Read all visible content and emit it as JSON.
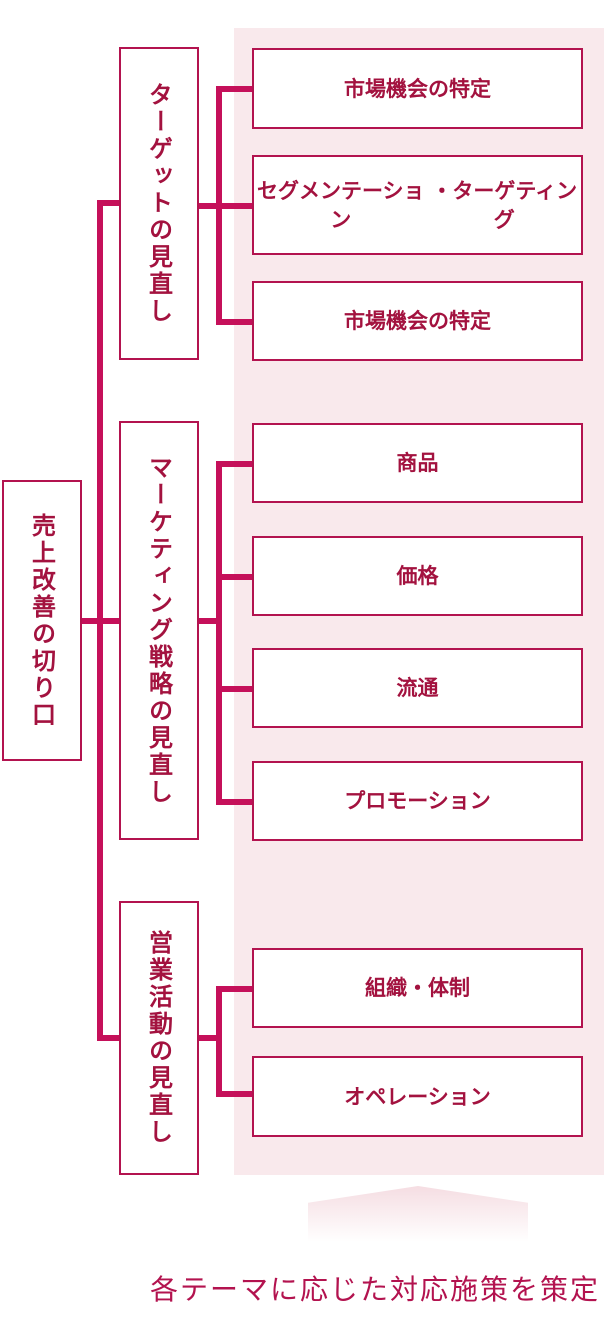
{
  "root": {
    "label": "売上改善の切り口"
  },
  "categories": [
    {
      "label": "ターゲットの見直し",
      "items": [
        [
          "市場機会の特定"
        ],
        [
          "セグメンテーション",
          "・ターゲティング"
        ],
        [
          "市場機会の特定"
        ]
      ]
    },
    {
      "label": "マーケティング戦略の見直し",
      "items": [
        [
          "商品"
        ],
        [
          "価格"
        ],
        [
          "流通"
        ],
        [
          "プロモーション"
        ]
      ]
    },
    {
      "label": "営業活動の見直し",
      "items": [
        [
          "組織・体制"
        ],
        [
          "オペレーション"
        ]
      ]
    }
  ],
  "footer": {
    "text": "各テーマに応じた対応施策を策定"
  },
  "colors": {
    "accent": "#c5105a",
    "panel": "#f9e9ec",
    "text": "#a3123f"
  }
}
